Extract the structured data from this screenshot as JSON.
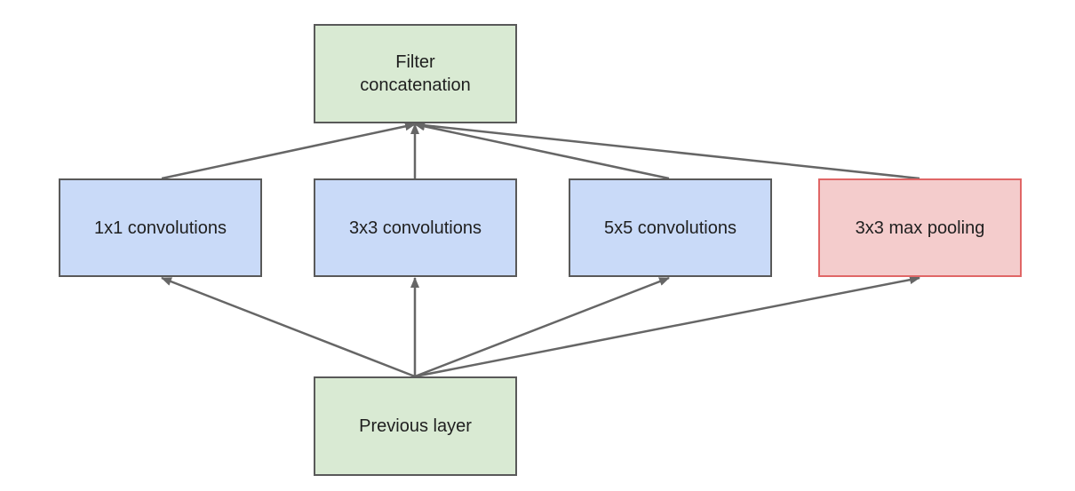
{
  "diagram": {
    "nodes": {
      "filter_concat": {
        "line1": "Filter",
        "line2": "concatenation"
      },
      "conv1": {
        "label": "1x1 convolutions"
      },
      "conv3": {
        "label": "3x3 convolutions"
      },
      "conv5": {
        "label": "5x5 convolutions"
      },
      "maxpool": {
        "label": "3x3 max pooling"
      },
      "prev_layer": {
        "label": "Previous layer"
      }
    },
    "edges": [
      {
        "from": "prev_layer",
        "to": "conv1"
      },
      {
        "from": "prev_layer",
        "to": "conv3"
      },
      {
        "from": "prev_layer",
        "to": "conv5"
      },
      {
        "from": "prev_layer",
        "to": "maxpool"
      },
      {
        "from": "conv1",
        "to": "filter_concat"
      },
      {
        "from": "conv3",
        "to": "filter_concat"
      },
      {
        "from": "conv5",
        "to": "filter_concat"
      },
      {
        "from": "maxpool",
        "to": "filter_concat"
      }
    ],
    "colors": {
      "concat_fill": "#d9ead3",
      "conv_fill": "#c9daf8",
      "pool_fill": "#f4cccc",
      "pool_border": "#e06666",
      "border": "#595959",
      "arrow": "#666666"
    }
  }
}
